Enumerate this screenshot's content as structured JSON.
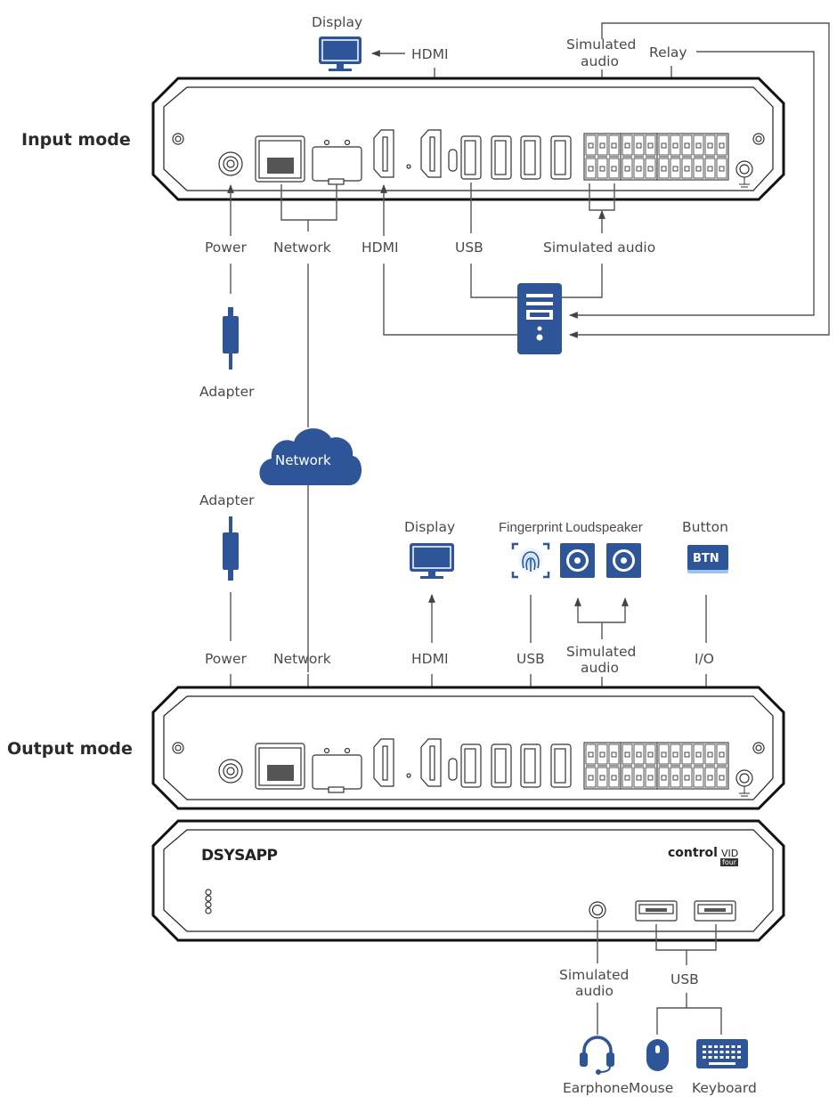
{
  "modes": {
    "input": "Input mode",
    "output": "Output mode"
  },
  "input_panel": {
    "labels": {
      "display": "Display",
      "hdmi_top": "HDMI",
      "simulated_audio_top": "Simulated audio",
      "relay": "Relay",
      "power": "Power",
      "network": "Network",
      "hdmi": "HDMI",
      "usb": "USB",
      "simulated_audio_bottom": "Simulated audio",
      "adapter": "Adapter"
    }
  },
  "network_cloud": {
    "label": "Network"
  },
  "output_panel": {
    "labels": {
      "adapter": "Adapter",
      "display": "Display",
      "fingerprint": "Fingerprint",
      "loudspeaker": "Loudspeaker",
      "button": "Button",
      "button_icon_text": "BTN",
      "power": "Power",
      "network": "Network",
      "hdmi": "HDMI",
      "usb": "USB",
      "simulated_audio": "Simulated audio",
      "io": "I/O"
    }
  },
  "front_panel": {
    "brand": "DSYSAPP",
    "model_main": "control",
    "model_suffix": "VID",
    "model_badge": "four",
    "labels": {
      "simulated_audio": "Simulated audio",
      "usb": "USB",
      "earphone": "Earphone",
      "mouse": "Mouse",
      "keyboard": "Keyboard"
    }
  },
  "colors": {
    "accent_blue": "#2d5597",
    "light_blue": "#9cc3ee",
    "line": "#555555"
  }
}
